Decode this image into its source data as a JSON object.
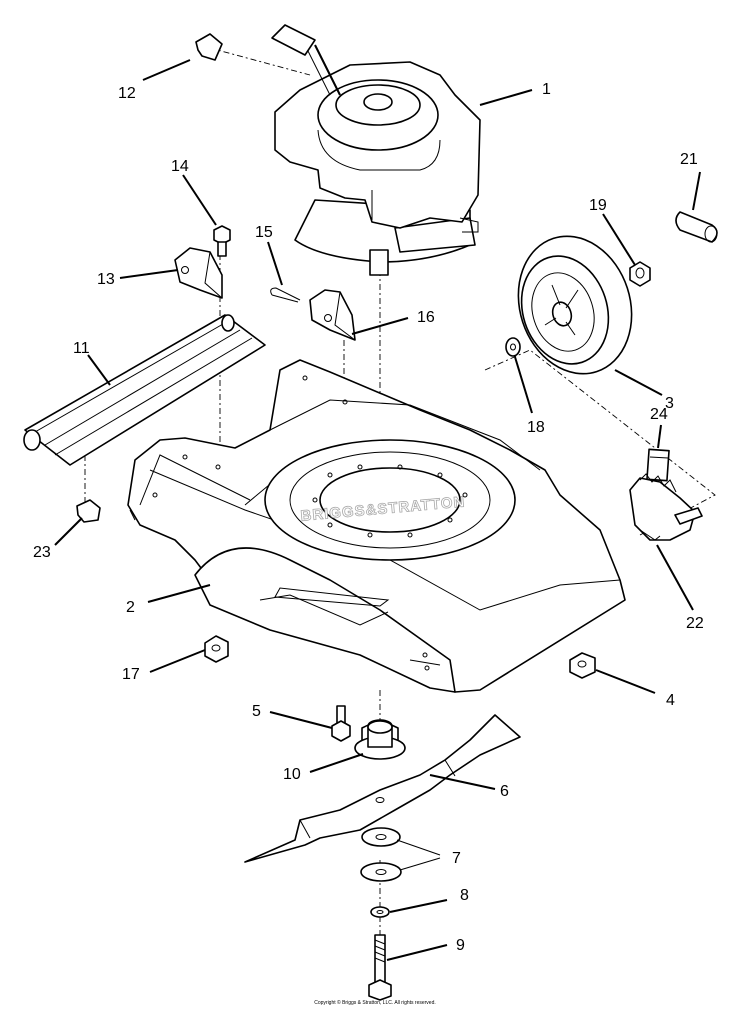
{
  "diagram": {
    "watermark": "BRIGGS&STRATTON",
    "copyright": "Copyright © Briggs & Stratton, LLC. All rights reserved.",
    "callouts": [
      "1",
      "2",
      "3",
      "4",
      "5",
      "6",
      "7",
      "8",
      "9",
      "10",
      "11",
      "12",
      "13",
      "14",
      "15",
      "16",
      "17",
      "18",
      "19",
      "21",
      "22",
      "23",
      "24"
    ]
  }
}
